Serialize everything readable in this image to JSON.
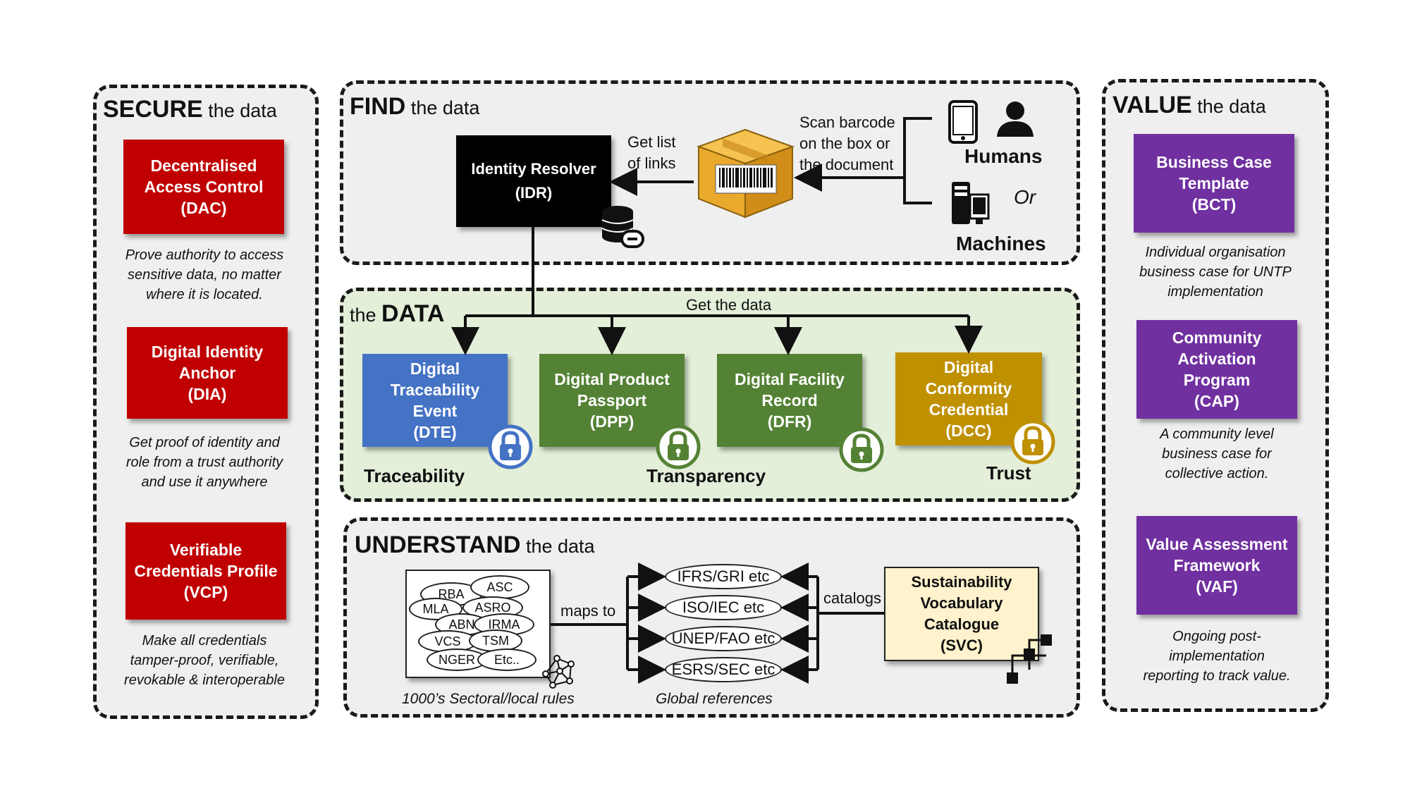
{
  "secure": {
    "title_bold": "SECURE",
    "title_rest": " the data",
    "dac": "Decentralised\nAccess Control\n(DAC)",
    "dac_desc": "Prove authority to access\nsensitive data, no matter\nwhere it is located.",
    "dia": "Digital Identity\nAnchor\n(DIA)",
    "dia_desc": "Get proof of identity and\nrole from a trust authority\nand use it anywhere",
    "vcp": "Verifiable\nCredentials Profile\n(VCP)",
    "vcp_desc": "Make all credentials\ntamper-proof, verifiable,\nrevokable & interoperable"
  },
  "find": {
    "title_bold": "FIND",
    "title_rest": " the data",
    "idr": "Identity Resolver\n(IDR)",
    "get_list": "Get list\nof links",
    "scan": "Scan barcode\non the box or\nthe document",
    "humans": "Humans",
    "or": "Or",
    "machines": "Machines"
  },
  "data": {
    "title_pre": "the ",
    "title_bold": "DATA",
    "get_data": "Get the data",
    "dte": "Digital\nTraceability\nEvent\n(DTE)",
    "dpp": "Digital Product\nPassport\n(DPP)",
    "dfr": "Digital Facility\nRecord\n(DFR)",
    "dcc": "Digital\nConformity\nCredential\n(DCC)",
    "traceability": "Traceability",
    "transparency": "Transparency",
    "trust": "Trust"
  },
  "understand": {
    "title_bold": "UNDERSTAND",
    "title_rest": " the data",
    "rules": [
      "RBA",
      "ASC",
      "MLA",
      "ASRO",
      "ABN",
      "IRMA",
      "VCS",
      "TSM",
      "NGER",
      "Etc.."
    ],
    "maps_to": "maps to",
    "refs": [
      "IFRS/GRI etc",
      "ISO/IEC etc",
      "UNEP/FAO etc",
      "ESRS/SEC etc"
    ],
    "catalogs": "catalogs",
    "svc": "Sustainability\nVocabulary\nCatalogue\n(SVC)",
    "rules_caption": "1000’s Sectoral/local rules",
    "refs_caption": "Global references"
  },
  "value": {
    "title_bold": "VALUE",
    "title_rest": " the data",
    "bct": "Business Case\nTemplate\n(BCT)",
    "bct_desc": "Individual organisation\nbusiness case for UNTP\nimplementation",
    "cap": "Community\nActivation\nProgram\n(CAP)",
    "cap_desc": "A community level\nbusiness case for\ncollective action.",
    "vaf": "Value Assessment\nFramework\n(VAF)",
    "vaf_desc": "Ongoing post-\nimplementation\nreporting to track value."
  },
  "colors": {
    "red": "#c00000",
    "purple": "#7030a0",
    "blue": "#4472c4",
    "green": "#548235",
    "gold": "#bf9000",
    "data_bg": "#e3efd9"
  },
  "icons": [
    "barcode-box-icon",
    "smartphone-icon",
    "person-icon",
    "computer-icon",
    "database-link-icon",
    "padlock-icon",
    "network-icon",
    "hierarchy-icon"
  ]
}
